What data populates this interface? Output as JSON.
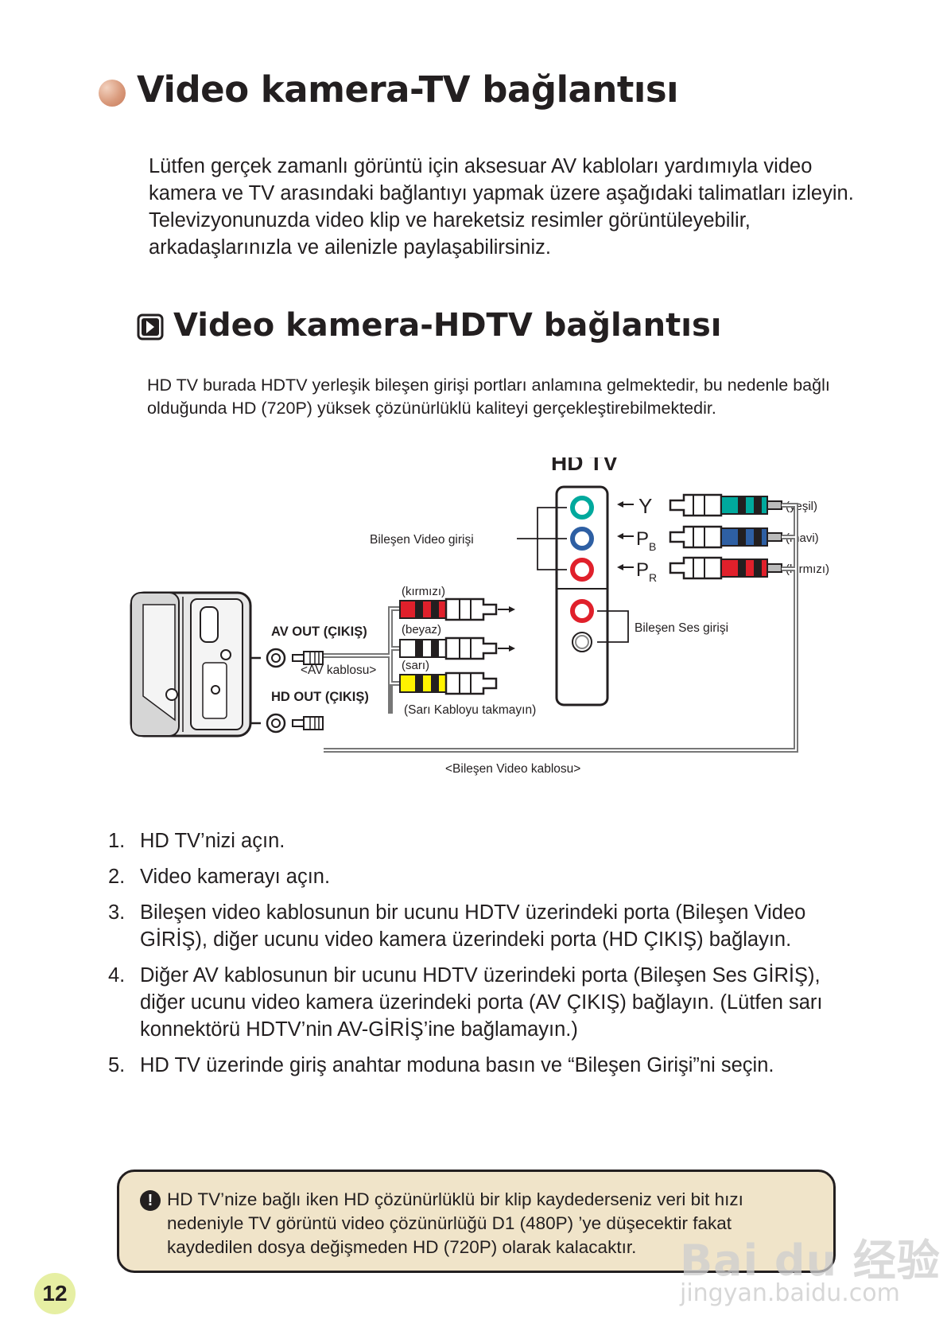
{
  "page": {
    "title": "Video kamera-TV bağlantısı",
    "intro": "Lütfen gerçek zamanlı görüntü için aksesuar AV kabloları yardımıyla video kamera ve TV arasındaki bağlantıyı yapmak üzere aşağıdaki talimatları izleyin. Televizyonunuzda video klip ve hareketsiz resimler görüntüleyebilir, arkadaşlarınızla ve ailenizle paylaşabilirsiniz.",
    "section_title": "Video kamera-HDTV bağlantısı",
    "section_desc": "HD TV burada HDTV yerleşik bileşen girişi portları anlamına gelmektedir, bu nedenle bağlı olduğunda HD (720P) yüksek çözünürlüklü kaliteyi gerçekleştirebilmektedir.",
    "page_number": "12"
  },
  "diagram": {
    "tv_label": "HD TV",
    "component_video_in": "Bileşen Video girişi",
    "component_audio_in": "Bileşen Ses girişi",
    "port_y": "Y",
    "port_pb": "P",
    "port_pb_sub": "B",
    "port_pr": "P",
    "port_pr_sub": "R",
    "green_label": "(yeşil)",
    "blue_label": "(mavi)",
    "red_label_top": "(kırmızı)",
    "av_out": "AV OUT (ÇIKIŞ)",
    "hd_out": "HD OUT (ÇIKIŞ)",
    "av_cable": "<AV kablosu>",
    "red_plug": "(kırmızı)",
    "white_plug": "(beyaz)",
    "yellow_plug": "(sarı)",
    "yellow_note": "(Sarı Kabloyu takmayın)",
    "component_cable": "<Bileşen Video kablosu>",
    "colors": {
      "green": "#00a99d",
      "blue": "#2e5fa3",
      "red": "#e0202b",
      "white": "#ffffff",
      "yellow": "#fff200",
      "black": "#231f20"
    }
  },
  "steps": [
    {
      "num": "1.",
      "text": "HD TV’nizi açın."
    },
    {
      "num": "2.",
      "text": "Video kamerayı açın."
    },
    {
      "num": "3.",
      "text": "Bileşen video kablosunun bir ucunu HDTV üzerindeki porta (Bileşen Video GİRİŞ), diğer ucunu video kamera üzerindeki porta (HD ÇIKIŞ) bağlayın."
    },
    {
      "num": "4.",
      "text": "Diğer AV kablosunun bir ucunu HDTV üzerindeki porta (Bileşen Ses GİRİŞ), diğer ucunu video kamera üzerindeki porta (AV ÇIKIŞ) bağlayın. (Lütfen sarı konnektörü HDTV’nin AV-GİRİŞ’ine bağlamayın.)"
    },
    {
      "num": "5.",
      "text": "HD TV üzerinde giriş anahtar moduna basın ve “Bileşen Girişi”ni seçin."
    }
  ],
  "note": {
    "icon": "!",
    "text": "HD TV’nize bağlı iken HD çözünürlüklü bir klip kaydederseniz veri bit hızı nedeniyle TV görüntü video çözünürlüğü D1 (480P) ’ye düşecektir fakat kaydedilen dosya değişmeden HD (720P) olarak kalacaktır."
  },
  "watermark": {
    "brand": "Bai du 经验",
    "url": "jingyan.baidu.com"
  }
}
